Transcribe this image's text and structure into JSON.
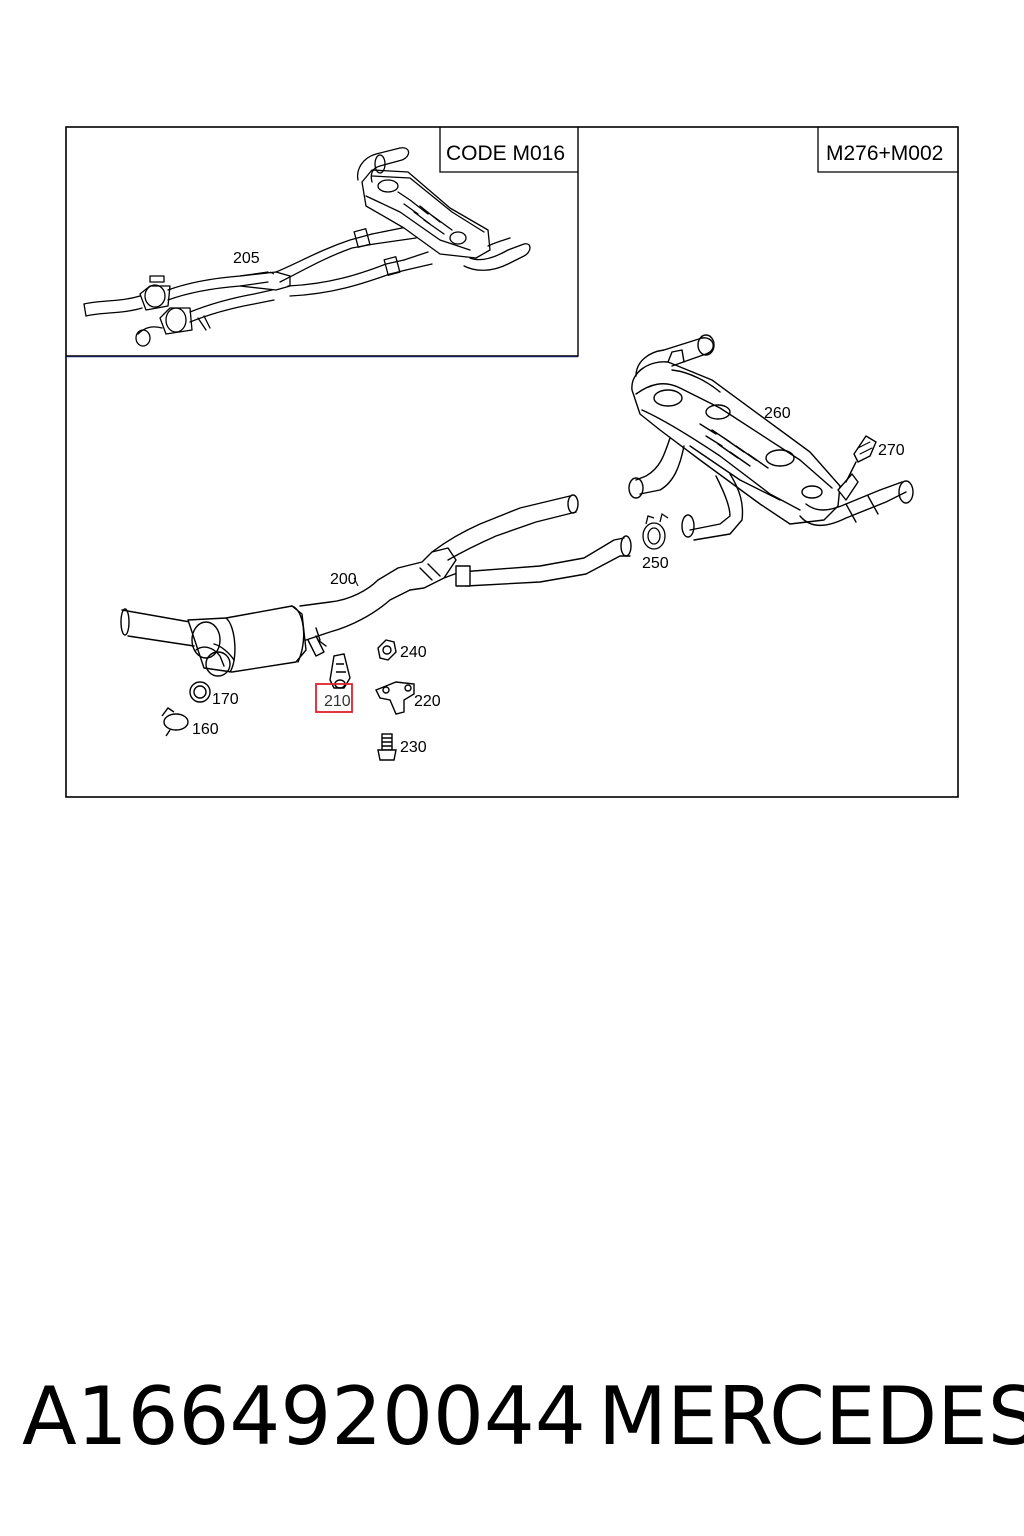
{
  "diagram": {
    "inset_label": "CODE M016",
    "variant_label": "M276+M002",
    "parts": {
      "p205": "205",
      "p200": "200",
      "p260": "260",
      "p270": "270",
      "p250": "250",
      "p240": "240",
      "p220": "220",
      "p230": "230",
      "p210": "210",
      "p170": "170",
      "p160": "160"
    },
    "highlight_color": "#e0202a"
  },
  "footer": {
    "part_number": "A1664920044",
    "brand": "MERCEDES"
  }
}
